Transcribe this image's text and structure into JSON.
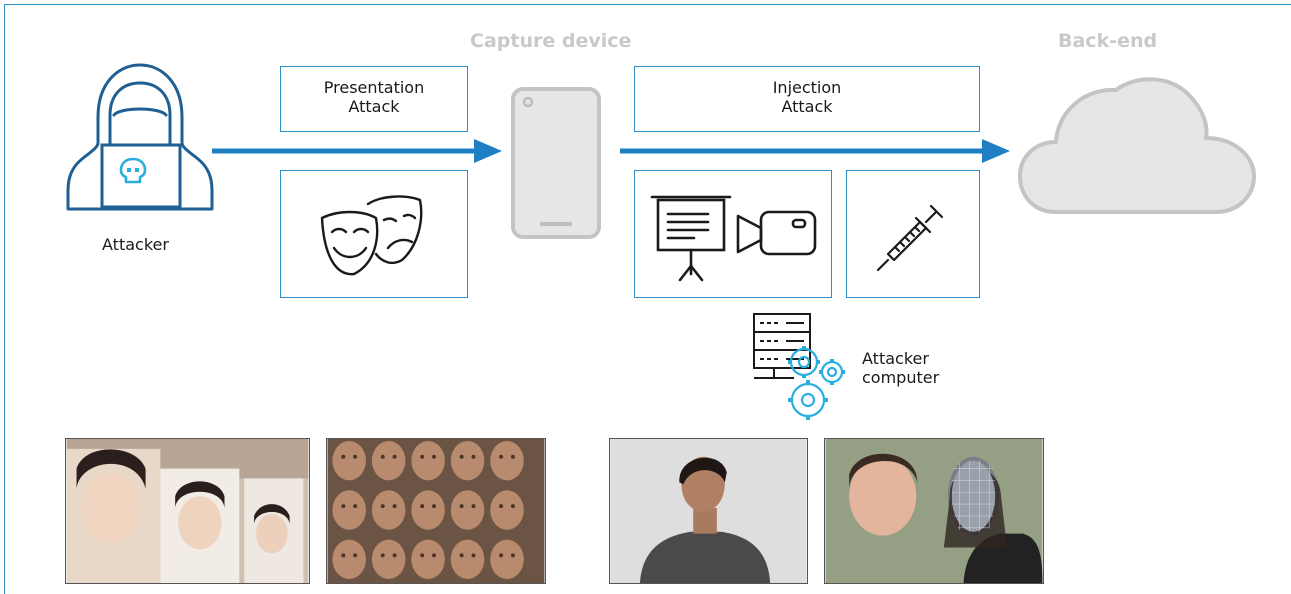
{
  "sections": {
    "capture_title": "Capture device",
    "backend_title": "Back-end"
  },
  "attacker": {
    "label": "Attacker"
  },
  "presentation_box": {
    "line1": "Presentation",
    "line2": "Attack"
  },
  "injection_box": {
    "line1": "Injection",
    "line2": "Attack"
  },
  "attacker_computer": {
    "line1": "Attacker",
    "line2": "computer"
  },
  "colors": {
    "accent_blue": "#1f7fc4",
    "box_border": "#2f8ec6",
    "title_gray": "#c9c9c9",
    "icon_gray": "#c4c4c4"
  },
  "icons": [
    "hooded-attacker-icon",
    "skull-icon",
    "theater-masks-icon",
    "phone-icon",
    "projector-icon",
    "video-camera-icon",
    "syringe-icon",
    "cloud-icon",
    "server-gears-icon"
  ],
  "photos": [
    "printed-photo-attack-photo",
    "silicone-masks-photo",
    "3d-rendered-person-photo",
    "face-swap-deepfake-photo"
  ]
}
